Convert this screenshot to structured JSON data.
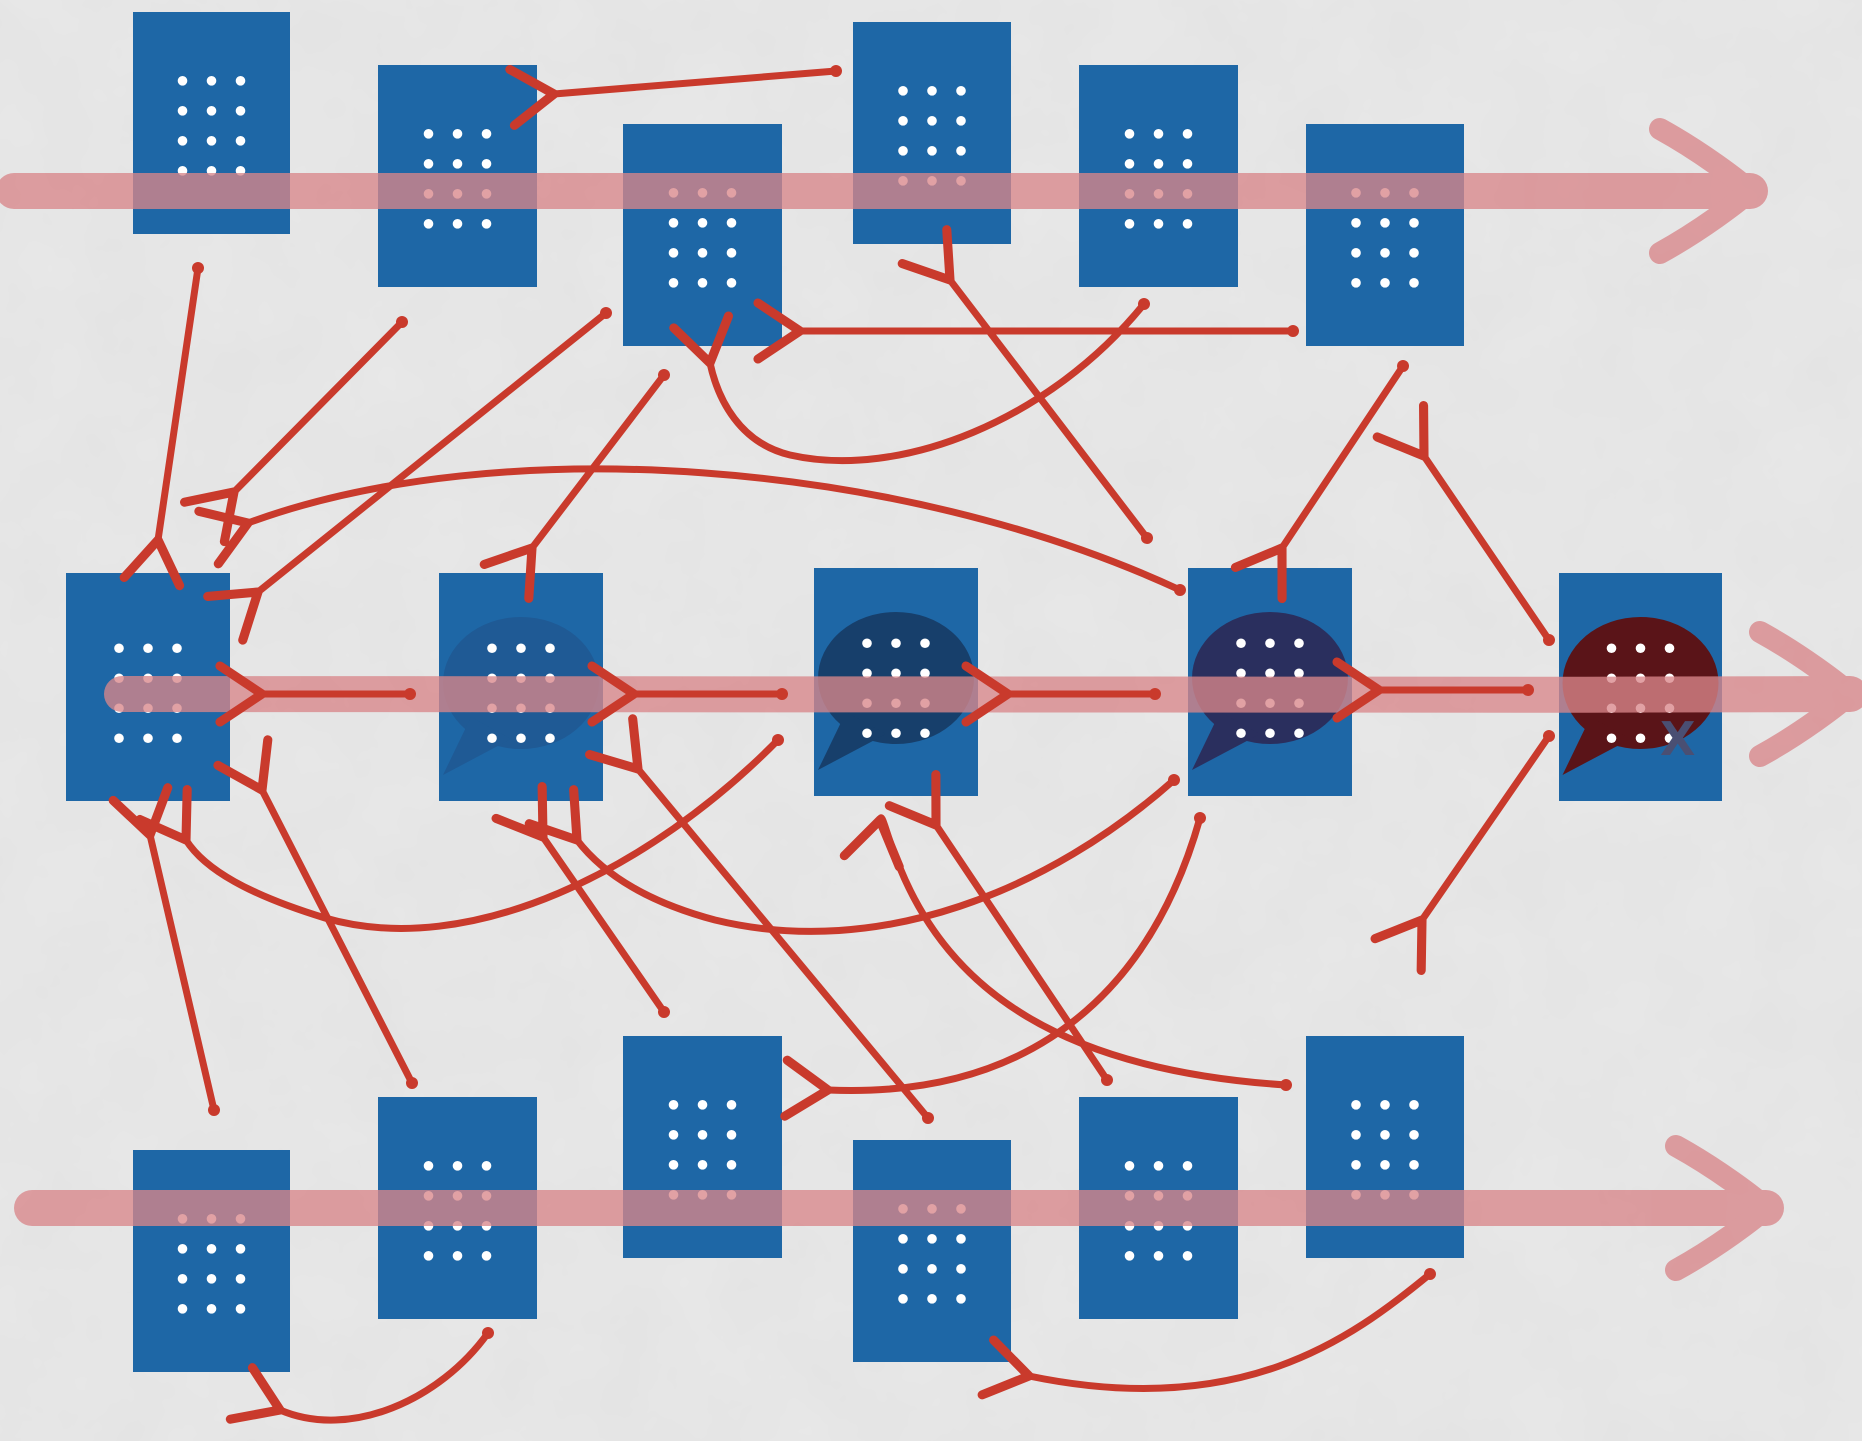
{
  "colors": {
    "background": "#e3e3e3",
    "card": "#1e67a6",
    "dot": "#ffffff",
    "arrow": "#c93a2c",
    "timeline": "#d9868a",
    "bubble_a": "#1f5a95",
    "bubble_b": "#173f6b",
    "bubble_c": "#2a2f5e",
    "bubble_d": "#5a1418",
    "x_mark": "#4a4f73"
  },
  "timelines": [
    {
      "id": "top-timeline"
    },
    {
      "id": "middle-timeline"
    },
    {
      "id": "bottom-timeline"
    }
  ],
  "cards": [
    {
      "id": "t1",
      "row": "top",
      "rows_of_dots": 4
    },
    {
      "id": "t2",
      "row": "top",
      "rows_of_dots": 4
    },
    {
      "id": "t3",
      "row": "top",
      "rows_of_dots": 4
    },
    {
      "id": "t4",
      "row": "top",
      "rows_of_dots": 4
    },
    {
      "id": "t5",
      "row": "top",
      "rows_of_dots": 4
    },
    {
      "id": "t6",
      "row": "top",
      "rows_of_dots": 4
    },
    {
      "id": "m1",
      "row": "middle",
      "rows_of_dots": 4
    },
    {
      "id": "m2",
      "row": "middle",
      "rows_of_dots": 4,
      "bubble": "bubble_a"
    },
    {
      "id": "m3",
      "row": "middle",
      "rows_of_dots": 4,
      "bubble": "bubble_b"
    },
    {
      "id": "m4",
      "row": "middle",
      "rows_of_dots": 4,
      "bubble": "bubble_c"
    },
    {
      "id": "m5",
      "row": "middle",
      "rows_of_dots": 4,
      "bubble": "bubble_d",
      "mark": "x"
    },
    {
      "id": "b1",
      "row": "bottom",
      "rows_of_dots": 4
    },
    {
      "id": "b2",
      "row": "bottom",
      "rows_of_dots": 4
    },
    {
      "id": "b3",
      "row": "bottom",
      "rows_of_dots": 4
    },
    {
      "id": "b4",
      "row": "bottom",
      "rows_of_dots": 4
    },
    {
      "id": "b5",
      "row": "bottom",
      "rows_of_dots": 4
    },
    {
      "id": "b6",
      "row": "bottom",
      "rows_of_dots": 4
    }
  ],
  "labels": {
    "x_mark": "X"
  }
}
